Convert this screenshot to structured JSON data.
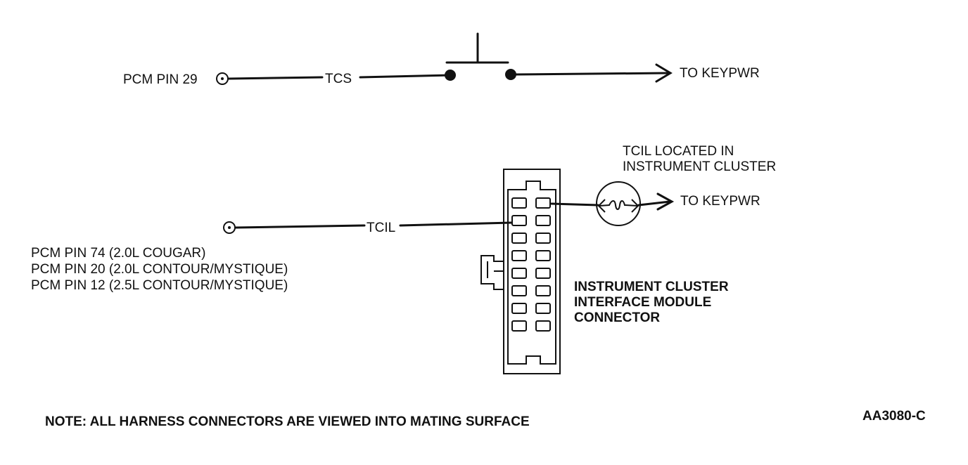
{
  "labels": {
    "pcm_pin_29": "PCM PIN 29",
    "tcs": "TCS",
    "to_keypwr_top": "TO KEYPWR",
    "tcil_located_line1": "TCIL LOCATED IN",
    "tcil_located_line2": "INSTRUMENT CLUSTER",
    "to_keypwr_bottom": "TO KEYPWR",
    "tcil": "TCIL",
    "pcm_pin_74": "PCM PIN 74 (2.0L COUGAR)",
    "pcm_pin_20": "PCM PIN 20 (2.0L CONTOUR/MYSTIQUE)",
    "pcm_pin_12": "PCM PIN 12 (2.5L CONTOUR/MYSTIQUE)",
    "module_line1": "INSTRUMENT CLUSTER",
    "module_line2": "INTERFACE MODULE",
    "module_line3": "CONNECTOR",
    "note": "NOTE: ALL HARNESS CONNECTORS ARE VIEWED INTO MATING SURFACE",
    "figure_id": "AA3080-C"
  },
  "connector": {
    "columns": 2,
    "rows": 8
  }
}
